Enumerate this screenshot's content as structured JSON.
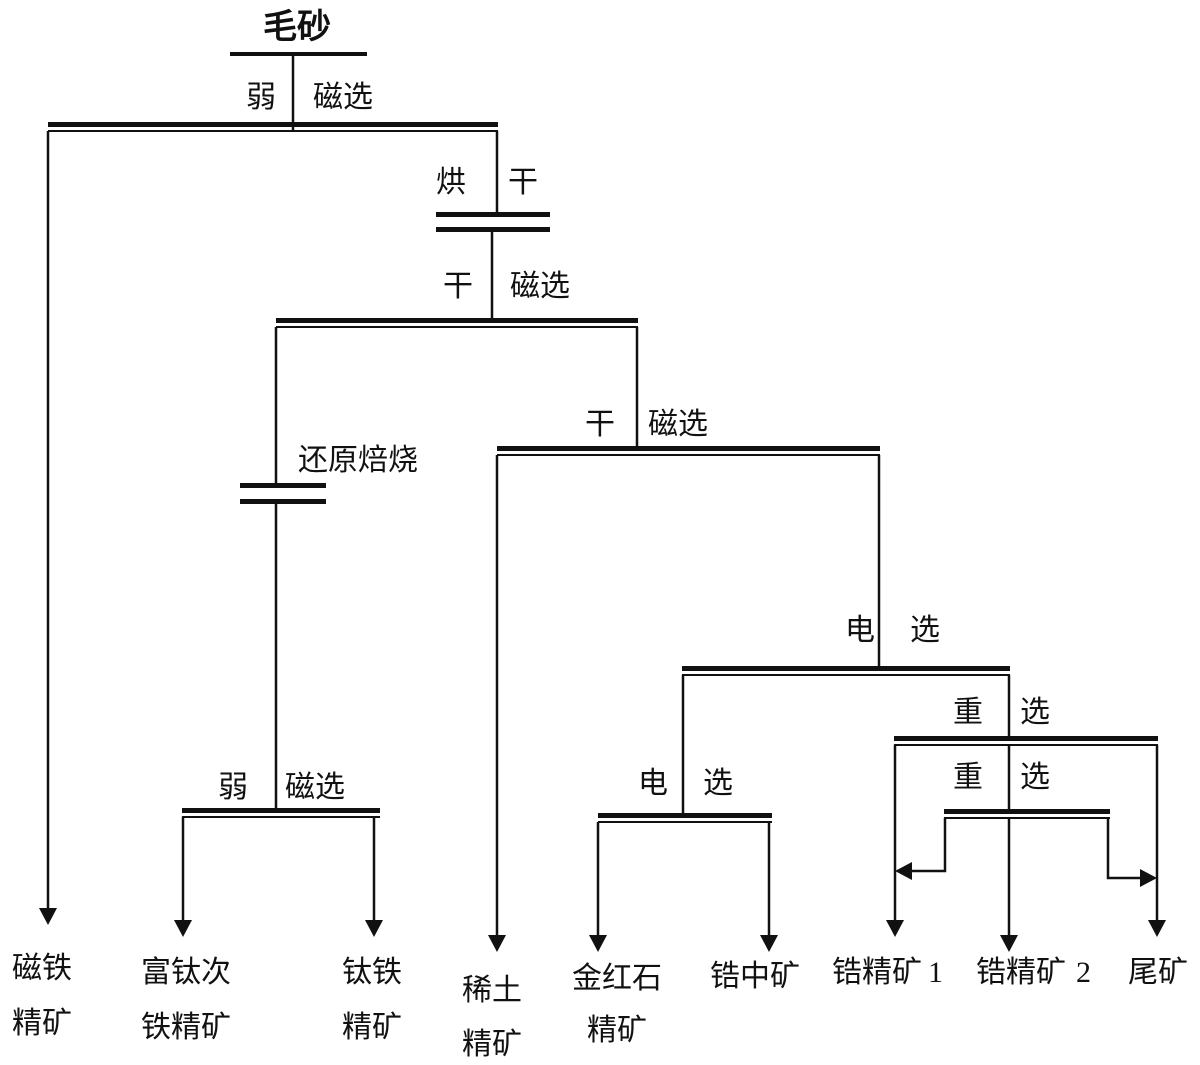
{
  "title": "毛砂",
  "steps": {
    "s1a": "弱",
    "s1b": "磁选",
    "s2a": "烘",
    "s2b": "干",
    "s3a": "干",
    "s3b": "磁选",
    "s4a": "干",
    "s4b": "磁选",
    "s5": "还原焙烧",
    "s6a": "弱",
    "s6b": "磁选",
    "s7a": "电",
    "s7b": "选",
    "s8a": "电",
    "s8b": "选",
    "s9a": "重",
    "s9b": "选",
    "s10a": "重",
    "s10b": "选"
  },
  "products": {
    "p1": [
      "磁铁",
      "精矿"
    ],
    "p2": [
      "富钛次",
      "铁精矿"
    ],
    "p3": [
      "钛铁",
      "精矿"
    ],
    "p4": [
      "稀土",
      "精矿"
    ],
    "p5": [
      "金红石",
      "精矿"
    ],
    "p6": "锆中矿",
    "p7": {
      "text": "锆精矿",
      "num": "1"
    },
    "p8": {
      "text": "锆精矿",
      "num": "2"
    },
    "p9": "尾矿"
  }
}
